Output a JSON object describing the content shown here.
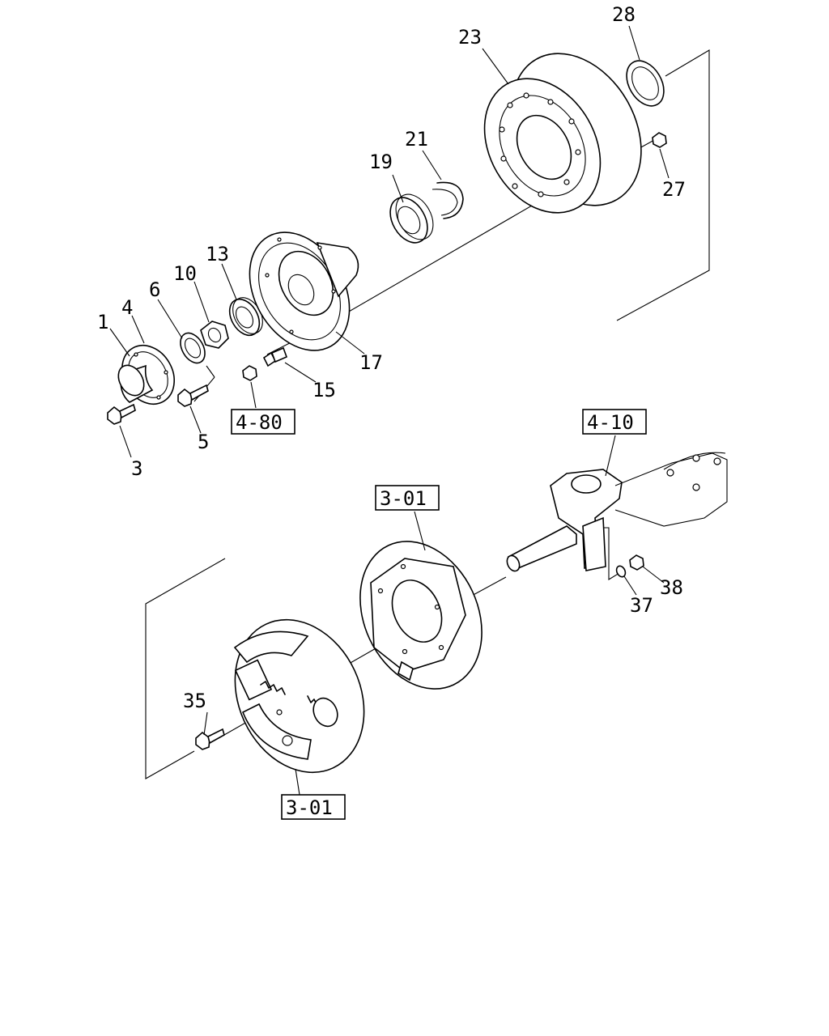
{
  "diagram": {
    "part_callouts": [
      "1",
      "3",
      "4",
      "5",
      "6",
      "10",
      "13",
      "15",
      "17",
      "19",
      "21",
      "23",
      "27",
      "28",
      "35",
      "37",
      "38"
    ],
    "reference_boxes": [
      "4-80",
      "4-10",
      "3-01",
      "3-01"
    ]
  }
}
